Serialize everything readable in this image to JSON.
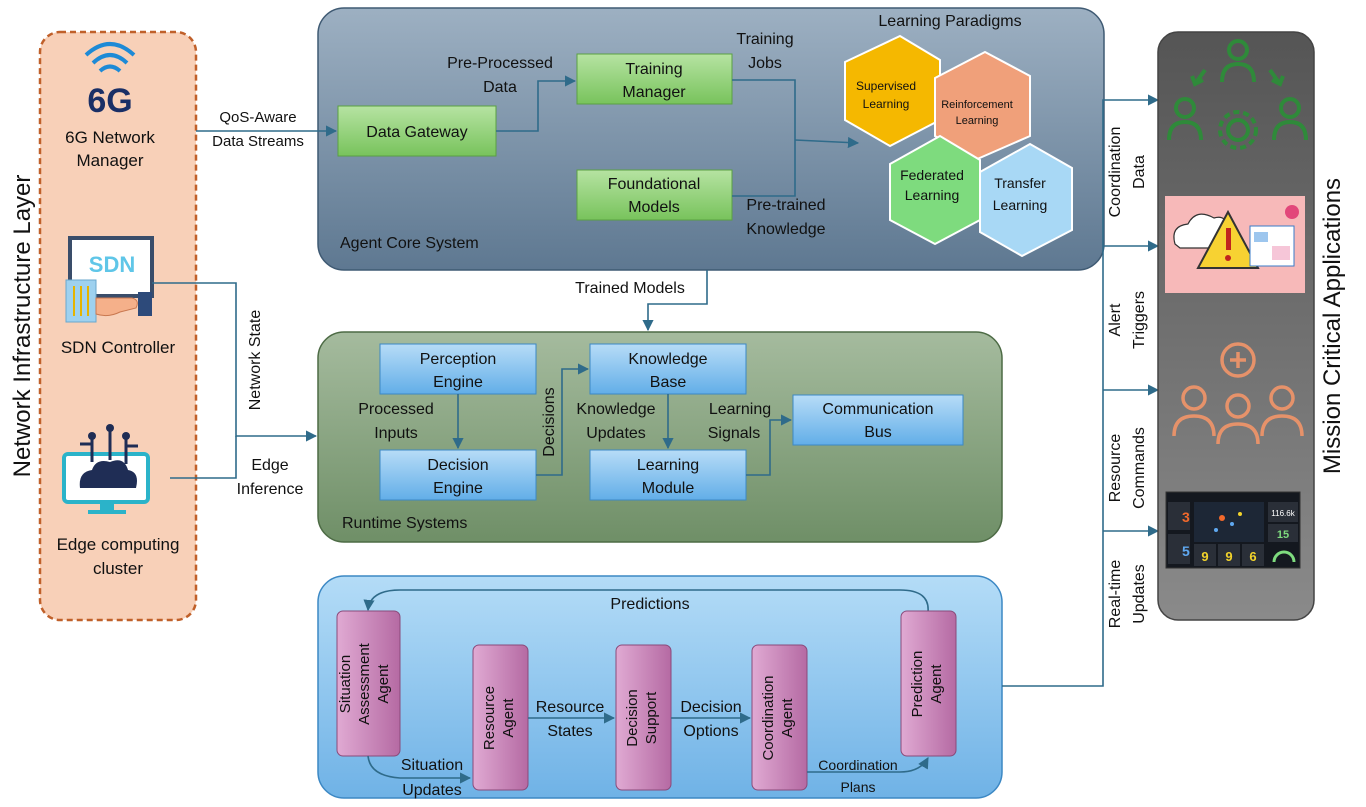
{
  "left_layer": {
    "title": "Network Infrastructure Layer",
    "network_manager": {
      "logo_text": "6G",
      "label_line1": "6G Network",
      "label_line2": "Manager"
    },
    "sdn_controller": {
      "logo_text": "SDN",
      "label": "SDN Controller"
    },
    "edge_cluster": {
      "label_line1": "Edge computing",
      "label_line2": "cluster"
    }
  },
  "right_layer": {
    "title": "Mission Critical Applications",
    "links": [
      {
        "line1": "Coordination",
        "line2": "Data"
      },
      {
        "line1": "Alert",
        "line2": "Triggers"
      },
      {
        "line1": "Resource",
        "line2": "Commands"
      },
      {
        "line1": "Real-time",
        "line2": "Updates"
      }
    ],
    "dashboard": {
      "stat_a": "3",
      "stat_b": "5",
      "stat_c": "116.6k",
      "stat_d": "15",
      "tiles": [
        "9",
        "9",
        "6"
      ]
    }
  },
  "agent_core": {
    "label": "Agent Core System",
    "nodes": {
      "data_gateway": "Data Gateway",
      "training_manager": [
        "Training",
        "Manager"
      ],
      "foundational_models": [
        "Foundational",
        "Models"
      ]
    },
    "edges": {
      "qos_streams": [
        "QoS-Aware",
        "Data Streams"
      ],
      "preprocessed": [
        "Pre-Processed",
        "Data"
      ],
      "training_jobs": [
        "Training",
        "Jobs"
      ],
      "pretrained": [
        "Pre-trained",
        "Knowledge"
      ]
    },
    "paradigms": {
      "title": "Learning Paradigms",
      "supervised": [
        "Supervised",
        "Learning"
      ],
      "reinforcement": [
        "Reinforcement",
        "Learning"
      ],
      "federated": [
        "Federated",
        "Learning"
      ],
      "transfer": [
        "Transfer",
        "Learning"
      ],
      "colors": {
        "supervised": "#f5b800",
        "reinforcement": "#f0a07a",
        "federated": "#7edb7e",
        "transfer": "#a8d8f5"
      }
    }
  },
  "runtime": {
    "label": "Runtime Systems",
    "trained_models": "Trained Models",
    "network_state": "Network State",
    "edge_inference": [
      "Edge",
      "Inference"
    ],
    "nodes": {
      "perception": [
        "Perception",
        "Engine"
      ],
      "decision": [
        "Decision",
        "Engine"
      ],
      "knowledge": [
        "Knowledge",
        "Base"
      ],
      "learning": [
        "Learning",
        "Module"
      ],
      "comm": [
        "Communication",
        "Bus"
      ]
    },
    "edges": {
      "processed": [
        "Processed",
        "Inputs"
      ],
      "decisions": "Decisions",
      "knowledge_updates": [
        "Knowledge",
        "Updates"
      ],
      "learning_signals": [
        "Learning",
        "Signals"
      ]
    }
  },
  "agents": {
    "predictions": "Predictions",
    "situation": [
      "Situation",
      "Assessment",
      "Agent"
    ],
    "resource": [
      "Resource",
      "Agent"
    ],
    "decision_support": [
      "Decision",
      "Support"
    ],
    "coordination": [
      "Coordination",
      "Agent"
    ],
    "prediction": [
      "Prediction",
      "Agent"
    ],
    "edges": {
      "situation_updates": [
        "Situation",
        "Updates"
      ],
      "resource_states": [
        "Resource",
        "States"
      ],
      "decision_options": [
        "Decision",
        "Options"
      ],
      "coordination_plans": [
        "Coordination",
        "Plans"
      ]
    }
  },
  "colors": {
    "left_fill": "#f8d0b8",
    "left_border": "#c0602a",
    "core_fill": "#7f97ad",
    "runtime_fill": "#8fa886",
    "agents_fill": "#9ccaf0",
    "green_node": "#92d37a",
    "blue_node": "#8ec8f0",
    "pink_node": "#cf8cbf",
    "right_panel": "#6a6a6a",
    "line": "#2f6b8a"
  }
}
